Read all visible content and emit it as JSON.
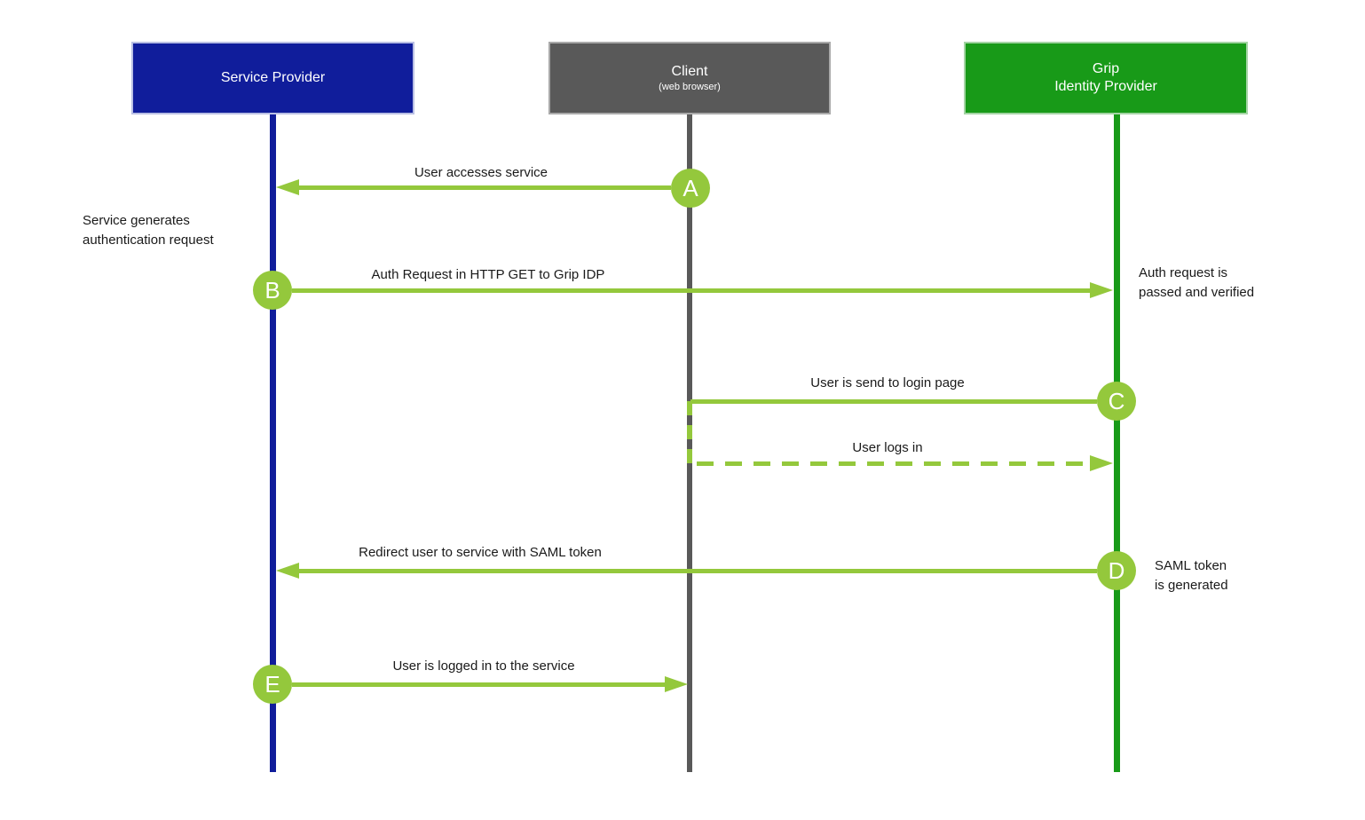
{
  "colors": {
    "service_provider_blue": "#101d9b",
    "client_gray": "#595959",
    "idp_green": "#189a18",
    "flow_green": "#94c83c",
    "label_text": "#1a1a1a",
    "background": "#ffffff"
  },
  "actors": {
    "service_provider": {
      "label": "Service Provider"
    },
    "client": {
      "label": "Client",
      "sublabel": "(web browser)"
    },
    "idp": {
      "label_line1": "Grip",
      "label_line2": "Identity Provider"
    }
  },
  "messages": {
    "a": {
      "badge": "A",
      "label": "User accesses service"
    },
    "b": {
      "badge": "B",
      "label": "Auth Request in HTTP GET to Grip IDP"
    },
    "c": {
      "badge": "C",
      "label": "User is send to login page"
    },
    "login": {
      "label": "User logs in"
    },
    "d": {
      "badge": "D",
      "label": "Redirect user to service with SAML token"
    },
    "e": {
      "badge": "E",
      "label": "User is logged in to the service"
    }
  },
  "notes": {
    "sp_generates": {
      "line1": "Service generates",
      "line2": "authentication request"
    },
    "auth_verified": {
      "line1": "Auth request is",
      "line2": "passed and verified"
    },
    "saml_generated": {
      "line1": "SAML token",
      "line2": "is generated"
    }
  }
}
